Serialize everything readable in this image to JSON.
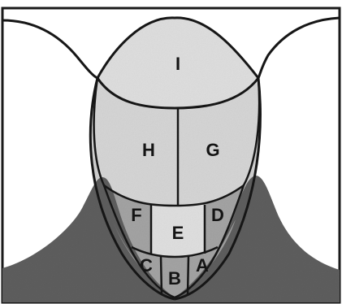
{
  "diagram": {
    "labels": {
      "I": "I",
      "H": "H",
      "G": "G",
      "F": "F",
      "E": "E",
      "D": "D",
      "C": "C",
      "B": "B",
      "A": "A"
    },
    "colors": {
      "frame": "#1a1a1a",
      "upper_fill": "#dcdcdc",
      "lower_fill": "#a9a9a9",
      "ground_fill": "#5c5c5c",
      "line": "#161616"
    }
  }
}
